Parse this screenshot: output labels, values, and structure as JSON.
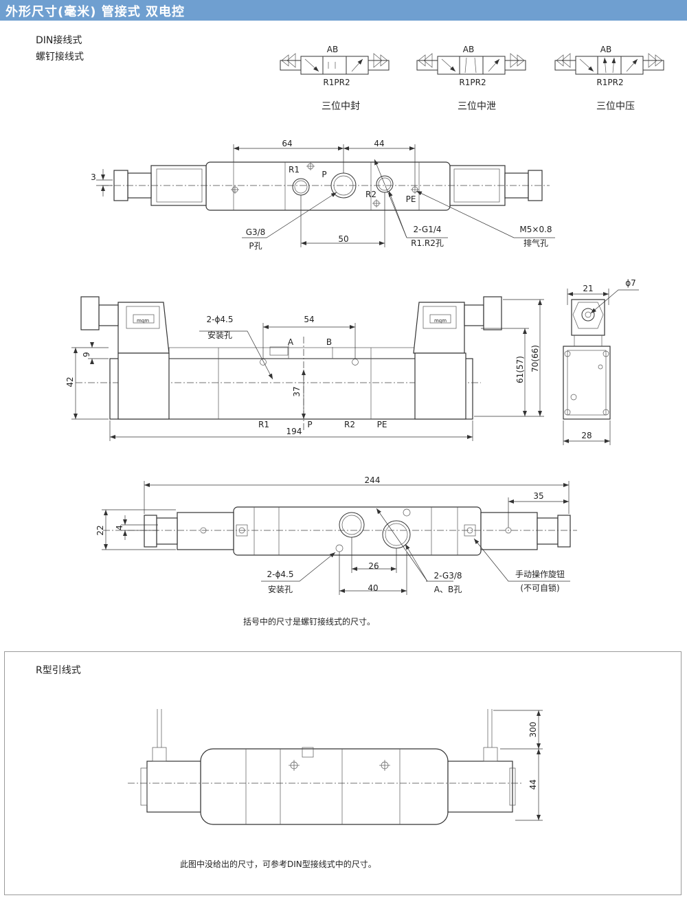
{
  "header": {
    "title": "外形尺寸(毫米)  管接式 双电控"
  },
  "connection": {
    "din": "DIN接线式",
    "screw": "螺钉接线式"
  },
  "symbols": [
    {
      "top": "AB",
      "bottom": "R1PR2",
      "caption": "三位中封"
    },
    {
      "top": "AB",
      "bottom": "R1PR2",
      "caption": "三位中泄"
    },
    {
      "top": "AB",
      "bottom": "R1PR2",
      "caption": "三位中压"
    }
  ],
  "top_view": {
    "dim_64": "64",
    "dim_44": "44",
    "dim_3": "3",
    "dim_50": "50",
    "label_r1": "R1",
    "label_p": "P",
    "label_r2": "R2",
    "label_pe": "PE",
    "p_port_size": "G3/8",
    "p_port_name": "P孔",
    "r_port_size": "2-G1/4",
    "r_port_name": "R1.R2孔",
    "exhaust_size": "M5×0.8",
    "exhaust_name": "排气孔"
  },
  "front_view": {
    "coil_label_left": "mqm",
    "coil_label_right": "mqm",
    "mount_size": "2-ϕ4.5",
    "mount_name": "安装孔",
    "dim_54": "54",
    "dim_9": "9",
    "dim_42": "42",
    "dim_37": "37",
    "dim_194": "194",
    "label_a": "A",
    "label_b": "B",
    "label_r1": "R1",
    "label_p": "P",
    "label_r2": "R2",
    "label_pe": "PE"
  },
  "side_view": {
    "dim_21": "21",
    "dim_phi7": "ϕ7",
    "dim_61": "61(57)",
    "dim_70": "70(66)",
    "dim_28": "28"
  },
  "bottom_view": {
    "dim_244": "244",
    "dim_35": "35",
    "dim_22": "22",
    "dim_4": "4",
    "dim_26": "26",
    "dim_40": "40",
    "mount_size": "2-ϕ4.5",
    "mount_name": "安装孔",
    "port_size": "2-G3/8",
    "port_name": "A、B孔",
    "manual_name": "手动操作旋钮",
    "manual_note": "(不可自锁)"
  },
  "note_brackets": "括号中的尺寸是螺钉接线式的尺寸。",
  "r_type": {
    "title": "R型引线式",
    "dim_300": "300",
    "dim_44": "44",
    "note": "此图中没给出的尺寸，可参考DIN型接线式中的尺寸。"
  }
}
